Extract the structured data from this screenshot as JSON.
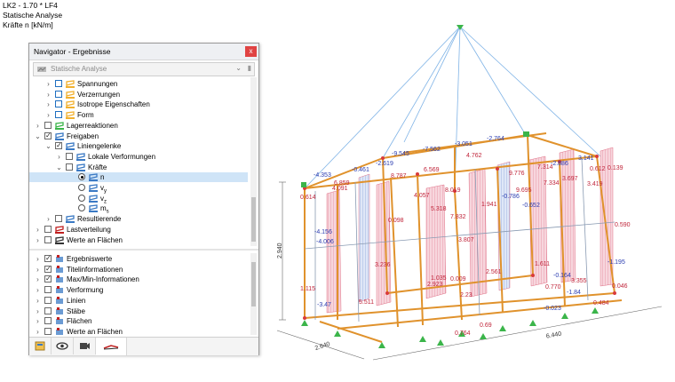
{
  "header": {
    "line1": "LK2 - 1.70 * LF4",
    "line2": "Statische Analyse",
    "line3": "Kräfte n [kN/m]"
  },
  "navigator": {
    "title": "Navigator - Ergebnisse",
    "close": "x",
    "combo": "Statische Analyse",
    "tree": [
      {
        "label": "Spannungen",
        "icon": "stress-icon"
      },
      {
        "label": "Verzerrungen",
        "icon": "strain-icon"
      },
      {
        "label": "Isotrope Eigenschaften",
        "icon": "isotropic-icon"
      },
      {
        "label": "Form",
        "icon": "shape-icon"
      },
      {
        "label": "Lagerreaktionen",
        "icon": "support-icon"
      },
      {
        "label": "Freigaben",
        "icon": "release-icon"
      },
      {
        "label": "Liniengelenke",
        "icon": "line-hinge-icon"
      },
      {
        "label": "Lokale Verformungen",
        "icon": "deformation-icon"
      },
      {
        "label": "Kräfte",
        "icon": "forces-icon"
      },
      {
        "label": "n",
        "icon": "force-n-icon"
      },
      {
        "label": "vy",
        "icon": "force-vy-icon"
      },
      {
        "label": "vz",
        "icon": "force-vz-icon"
      },
      {
        "label": "ms",
        "icon": "force-ms-icon"
      },
      {
        "label": "Resultierende",
        "icon": "resultant-icon"
      },
      {
        "label": "Lastverteilung",
        "icon": "load-distribution-icon"
      },
      {
        "label": "Werte an Flächen",
        "icon": "values-surfaces-icon"
      }
    ],
    "display": [
      {
        "label": "Ergebniswerte",
        "checked": true
      },
      {
        "label": "Titelinformationen",
        "checked": true
      },
      {
        "label": "Max/Min-Informationen",
        "checked": true
      },
      {
        "label": "Verformung",
        "checked": false
      },
      {
        "label": "Linien",
        "checked": false
      },
      {
        "label": "Stäbe",
        "checked": false
      },
      {
        "label": "Flächen",
        "checked": false
      },
      {
        "label": "Werte an Flächen",
        "checked": false
      }
    ],
    "tabs": [
      "data-tab",
      "view-tab",
      "camera-tab",
      "results-tab"
    ]
  },
  "model": {
    "dims": {
      "depth": "2.640",
      "length": "6.440",
      "height": "2.940"
    },
    "labels": [
      {
        "text": "-9.545",
        "color": "#2a3cb0"
      },
      {
        "text": "-7.562",
        "color": "#2a3cb0"
      },
      {
        "text": "-3.051",
        "color": "#2a3cb0"
      },
      {
        "text": "-2.764",
        "color": "#2a3cb0"
      },
      {
        "text": "-4.353",
        "color": "#2a3cb0"
      },
      {
        "text": "-0.461",
        "color": "#2a3cb0"
      },
      {
        "text": "-2.619",
        "color": "#2a3cb0"
      },
      {
        "text": "6.569",
        "color": "#c0253a"
      },
      {
        "text": "4.762",
        "color": "#c0253a"
      },
      {
        "text": "-2.886",
        "color": "#2a3cb0"
      },
      {
        "text": "3.141",
        "color": "#2a3cb0"
      },
      {
        "text": "0.612",
        "color": "#c0253a"
      },
      {
        "text": "0.139",
        "color": "#c0253a"
      },
      {
        "text": "6.859",
        "color": "#c0253a"
      },
      {
        "text": "8.787",
        "color": "#c0253a"
      },
      {
        "text": "9.776",
        "color": "#c0253a"
      },
      {
        "text": "7.314",
        "color": "#c0253a"
      },
      {
        "text": "3.697",
        "color": "#c0253a"
      },
      {
        "text": "3.419",
        "color": "#c0253a"
      },
      {
        "text": "4.091",
        "color": "#c0253a"
      },
      {
        "text": "0.614",
        "color": "#c0253a"
      },
      {
        "text": "4.057",
        "color": "#c0253a"
      },
      {
        "text": "8.019",
        "color": "#c0253a"
      },
      {
        "text": "9.695",
        "color": "#c0253a"
      },
      {
        "text": "7.334",
        "color": "#c0253a"
      },
      {
        "text": "5.318",
        "color": "#c0253a"
      },
      {
        "text": "1.941",
        "color": "#c0253a"
      },
      {
        "text": "-0.786",
        "color": "#2a3cb0"
      },
      {
        "text": "-0.652",
        "color": "#2a3cb0"
      },
      {
        "text": "0.590",
        "color": "#c0253a"
      },
      {
        "text": "0.098",
        "color": "#c0253a"
      },
      {
        "text": "-4.156",
        "color": "#2a3cb0"
      },
      {
        "text": "-4.006",
        "color": "#2a3cb0"
      },
      {
        "text": "7.832",
        "color": "#c0253a"
      },
      {
        "text": "3.807",
        "color": "#c0253a"
      },
      {
        "text": "-1.195",
        "color": "#2a3cb0"
      },
      {
        "text": "3.236",
        "color": "#c0253a"
      },
      {
        "text": "1.611",
        "color": "#c0253a"
      },
      {
        "text": "-0.164",
        "color": "#2a3cb0"
      },
      {
        "text": "3.355",
        "color": "#c0253a"
      },
      {
        "text": "0.046",
        "color": "#c0253a"
      },
      {
        "text": "1.115",
        "color": "#c0253a"
      },
      {
        "text": "1.035",
        "color": "#c0253a"
      },
      {
        "text": "0.009",
        "color": "#c0253a"
      },
      {
        "text": "2.923",
        "color": "#c0253a"
      },
      {
        "text": "-3.47",
        "color": "#2a3cb0"
      },
      {
        "text": "5.511",
        "color": "#c0253a"
      },
      {
        "text": "2.561",
        "color": "#c0253a"
      },
      {
        "text": "2.23",
        "color": "#c0253a"
      },
      {
        "text": "0.770",
        "color": "#c0253a"
      },
      {
        "text": "-1.84",
        "color": "#2a3cb0"
      },
      {
        "text": "0.484",
        "color": "#c0253a"
      },
      {
        "text": "0.764",
        "color": "#c0253a"
      },
      {
        "text": "0.69",
        "color": "#c0253a"
      },
      {
        "text": "-0.023",
        "color": "#2a3cb0"
      }
    ]
  }
}
